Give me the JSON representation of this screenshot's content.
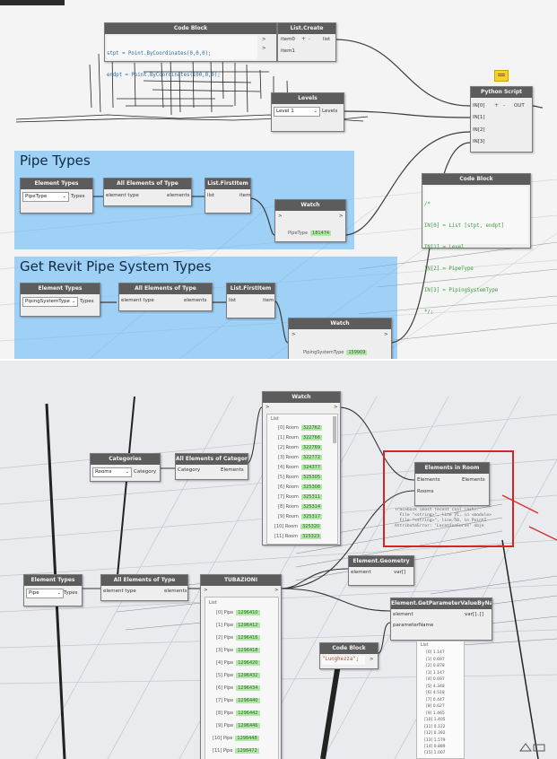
{
  "top": {
    "code_block_1": {
      "title": "Code Block",
      "line1": "stpt = Point.ByCoordinates(0,0,0);",
      "line2": "endpt = Point.ByCoordinates(100,0,0);",
      "out": ">"
    },
    "list_create": {
      "title": "List.Create",
      "in0": "item0",
      "in1": "item1",
      "plus": "+",
      "minus": "-",
      "out": "list"
    },
    "levels": {
      "title": "Levels",
      "value": "Level 1",
      "out": "Levels"
    },
    "python": {
      "title": "Python Script",
      "in0": "IN[0]",
      "in1": "IN[1]",
      "in2": "IN[2]",
      "in3": "IN[3]",
      "plus": "+",
      "minus": "-",
      "out": "OUT"
    },
    "code_block_2": {
      "title": "Code Block",
      "lines": [
        "/*",
        "IN[0] = List [stpt, endpt]",
        "IN[1] = Level",
        "IN[2] = PipeType",
        "IN[3] = PipingSystemType",
        "*/;"
      ]
    },
    "group1": {
      "title": "Pipe Types",
      "element_types": {
        "title": "Element Types",
        "value": "PipeType",
        "out": "Types"
      },
      "all_elements": {
        "title": "All Elements of Type",
        "in": "element type",
        "out": "elements"
      },
      "first_item": {
        "title": "List.FirstItem",
        "in": "list",
        "out": "item"
      },
      "watch": {
        "title": "Watch",
        "in": ">",
        "out": ">",
        "label": "PipeType",
        "value": "181474"
      }
    },
    "group2": {
      "title": "Get Revit Pipe System Types",
      "element_types": {
        "title": "Element Types",
        "value": "PipingSystemType",
        "out": "Types"
      },
      "all_elements": {
        "title": "All Elements of Type",
        "in": "element type",
        "out": "elements"
      },
      "first_item": {
        "title": "List.FirstItem",
        "in": "list",
        "out": "item"
      },
      "watch": {
        "title": "Watch",
        "in": ">",
        "out": ">",
        "label": "PipingSystemType",
        "value": "159909"
      }
    }
  },
  "bottom": {
    "categories": {
      "title": "Categories",
      "value": "Rooms",
      "out": "Category"
    },
    "all_cat": {
      "title": "All Elements of Category",
      "in": "Category",
      "out": "Elements"
    },
    "watch_rooms": {
      "title": "Watch",
      "in": ">",
      "out": ">",
      "list_label": "List",
      "rows": [
        {
          "idx": "[0] Room",
          "val": "322762"
        },
        {
          "idx": "[1] Room",
          "val": "322766"
        },
        {
          "idx": "[2] Room",
          "val": "322769"
        },
        {
          "idx": "[3] Room",
          "val": "322772"
        },
        {
          "idx": "[4] Room",
          "val": "324377"
        },
        {
          "idx": "[5] Room",
          "val": "325305"
        },
        {
          "idx": "[6] Room",
          "val": "325308"
        },
        {
          "idx": "[7] Room",
          "val": "325311"
        },
        {
          "idx": "[8] Room",
          "val": "325314"
        },
        {
          "idx": "[9] Room",
          "val": "325317"
        },
        {
          "idx": "[10] Room",
          "val": "325320"
        },
        {
          "idx": "[11] Room",
          "val": "325323"
        }
      ]
    },
    "elements_in_room": {
      "title": "Elements in Room",
      "in0": "Elements",
      "in1": "Rooms",
      "out": "Elements",
      "error": "Traceback (most recent call last):\n  File \"<string>\", line 71, in <module>\n  File \"<string>\", line 58, in PointI\nAttributeError: 'LocationCurve' obje"
    },
    "element_types": {
      "title": "Element Types",
      "value": "Pipe",
      "out": "Types"
    },
    "all_type": {
      "title": "All Elements of Type",
      "in": "element type",
      "out": "elements"
    },
    "tubazioni": {
      "title": "TUBAZIONI",
      "in": ">",
      "out": ">",
      "list_label": "List",
      "rows": [
        {
          "idx": "[0] Pipe",
          "val": "1296410"
        },
        {
          "idx": "[1] Pipe",
          "val": "1296412"
        },
        {
          "idx": "[2] Pipe",
          "val": "1296416"
        },
        {
          "idx": "[3] Pipe",
          "val": "1296418"
        },
        {
          "idx": "[4] Pipe",
          "val": "1296420"
        },
        {
          "idx": "[5] Pipe",
          "val": "1296432"
        },
        {
          "idx": "[6] Pipe",
          "val": "1296434"
        },
        {
          "idx": "[7] Pipe",
          "val": "1296440"
        },
        {
          "idx": "[8] Pipe",
          "val": "1296442"
        },
        {
          "idx": "[9] Pipe",
          "val": "1296446"
        },
        {
          "idx": "[10] Pipe",
          "val": "1296448"
        },
        {
          "idx": "[11] Pipe",
          "val": "1296472"
        }
      ]
    },
    "geometry": {
      "title": "Element.Geometry",
      "in": "element",
      "out": "var[]"
    },
    "get_param": {
      "title": "Element.GetParameterValueByName",
      "in0": "element",
      "in1": "parameterName",
      "out": "var[]..[]"
    },
    "code_block_3": {
      "title": "Code Block",
      "value": "\"Lunghezza\";",
      "out": ">"
    },
    "lengths": {
      "list_label": "List",
      "rows": [
        "[0] 1.147",
        "[1] 0.697",
        "[2] 0.878",
        "[3] 1.147",
        "[4] 0.697",
        "[5] 4.348",
        "[6] 4.518",
        "[7] 0.447",
        "[8] 0.627",
        "[9] 1.465",
        "[10] 1.405",
        "[11] 0.122",
        "[12] 0.392",
        "[13] 1.579",
        "[14] 0.889",
        "[15] 1.007"
      ]
    }
  }
}
